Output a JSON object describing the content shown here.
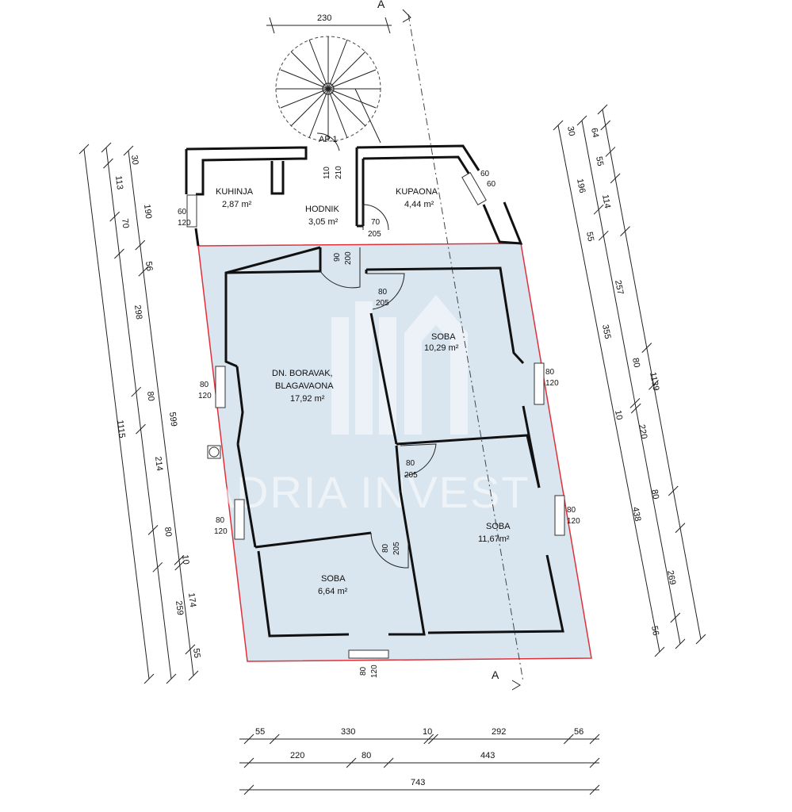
{
  "section_marker": "A",
  "watermark": "MADRIA INVEST",
  "rooms": {
    "ap": {
      "label": "AP 1"
    },
    "kuhinja": {
      "name": "KUHINJA",
      "area": "2,87 m²"
    },
    "hodnik": {
      "name": "HODNIK",
      "area": "3,05 m²"
    },
    "kupaona": {
      "name": "KUPAONA",
      "area": "4,44 m²"
    },
    "boravak": {
      "name_line1": "DN. BORAVAK,",
      "name_line2": "BLAGAVAONA",
      "area": "17,92 m²"
    },
    "soba1": {
      "name": "SOBA",
      "area": "10,29 m²"
    },
    "soba2": {
      "name": "SOBA",
      "area": "11,67m²"
    },
    "soba3": {
      "name": "SOBA",
      "area": "6,64 m²"
    }
  },
  "openings": {
    "hodnik_door": {
      "w": "110",
      "h": "210"
    },
    "kuhinja_win": {
      "w": "60",
      "h": "120"
    },
    "kupaona_win": {
      "w": "60",
      "h": "60"
    },
    "kupaona_door": {
      "w": "70",
      "h": "205"
    },
    "boravak_door": {
      "w": "90",
      "h": "200"
    },
    "soba1_door": {
      "w": "80",
      "h": "205"
    },
    "boravak_win1": {
      "w": "80",
      "h": "120"
    },
    "soba1_win": {
      "w": "80",
      "h": "120"
    },
    "soba2_door": {
      "w": "80",
      "h": "205"
    },
    "boravak_win2": {
      "w": "80",
      "h": "120"
    },
    "soba2_win": {
      "w": "80",
      "h": "120"
    },
    "soba3_door": {
      "w": "80",
      "h": "205"
    },
    "bottom_win": {
      "w": "80",
      "h": "120"
    }
  },
  "dimensions": {
    "top": "230",
    "left_outer": "1115",
    "left_mid": [
      "113",
      "70",
      "298",
      "80",
      "214",
      "80",
      "259"
    ],
    "left_top_small": "30",
    "left_inner": [
      "190",
      "56",
      "599",
      "10",
      "174",
      "55"
    ],
    "right_outer": "1139",
    "right_mid": [
      "196",
      "55",
      "355",
      "10",
      "438",
      "56"
    ],
    "right_inner": [
      "30",
      "64",
      "55",
      "114",
      "257",
      "80",
      "220",
      "80",
      "269"
    ],
    "bottom_row1": [
      "55",
      "330",
      "10",
      "292",
      "56"
    ],
    "bottom_row2": [
      "220",
      "80",
      "443"
    ],
    "bottom_row3": "743"
  }
}
